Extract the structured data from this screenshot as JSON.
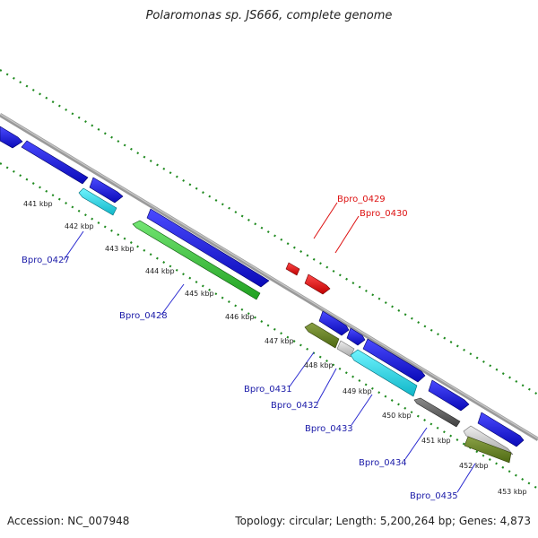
{
  "title": "Polaromonas sp. JS666, complete genome",
  "footer": {
    "accession": "Accession: NC_007948",
    "summary": "Topology: circular; Length: 5,200,264 bp; Genes: 4,873"
  },
  "colors": {
    "forward_gene": "#1a1ae6",
    "label_blue": "#1a1aa8",
    "label_red": "#dd1111",
    "red_gene": "#ee1111",
    "tick_green": "#1f8a1f",
    "backbone": "#8c8c8c"
  },
  "ticks": [
    "441 kbp",
    "442 kbp",
    "443 kbp",
    "444 kbp",
    "445 kbp",
    "446 kbp",
    "447 kbp",
    "448 kbp",
    "449 kbp",
    "450 kbp",
    "451 kbp",
    "452 kbp",
    "453 kbp"
  ],
  "genes": [
    {
      "label": "Bpro_0427",
      "color": "cyan"
    },
    {
      "label": "Bpro_0428",
      "color": "green"
    },
    {
      "label": "Bpro_0429",
      "color": "red"
    },
    {
      "label": "Bpro_0430",
      "color": "red"
    },
    {
      "label": "Bpro_0431",
      "color": "olive"
    },
    {
      "label": "Bpro_0432",
      "color": "lightgray"
    },
    {
      "label": "Bpro_0433",
      "color": "cyan"
    },
    {
      "label": "Bpro_0434",
      "color": "darkgray"
    },
    {
      "label": "Bpro_0435",
      "color": "olive"
    }
  ]
}
